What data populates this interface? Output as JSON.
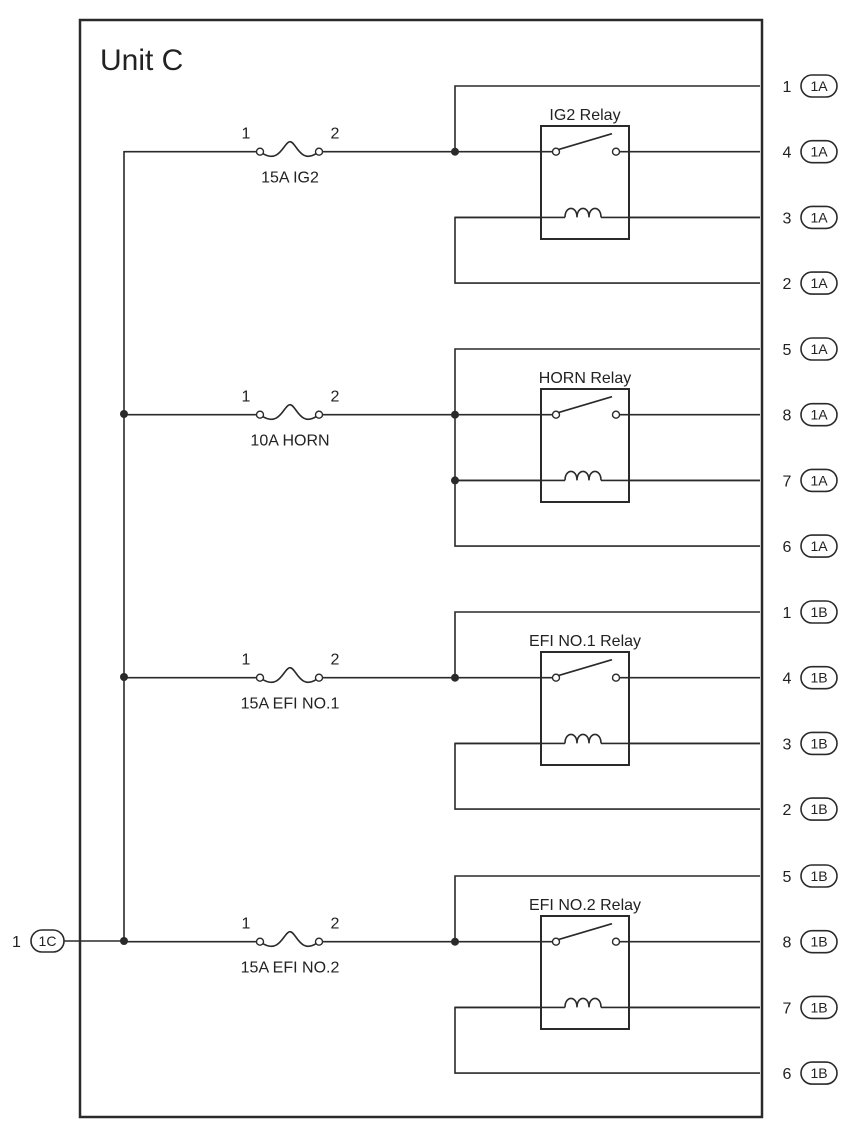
{
  "unit_title": "Unit C",
  "main_input": {
    "pin": "1",
    "connector": "1C"
  },
  "fuses": [
    {
      "label": "15A IG2",
      "pin_left": "1",
      "pin_right": "2"
    },
    {
      "label": "10A HORN",
      "pin_left": "1",
      "pin_right": "2"
    },
    {
      "label": "15A EFI NO.1",
      "pin_left": "1",
      "pin_right": "2"
    },
    {
      "label": "15A EFI NO.2",
      "pin_left": "1",
      "pin_right": "2"
    }
  ],
  "relays": [
    {
      "label": "IG2 Relay"
    },
    {
      "label": "HORN Relay"
    },
    {
      "label": "EFI NO.1 Relay"
    },
    {
      "label": "EFI NO.2 Relay"
    }
  ],
  "terminals": [
    {
      "pin": "1",
      "connector": "1A"
    },
    {
      "pin": "4",
      "connector": "1A"
    },
    {
      "pin": "3",
      "connector": "1A"
    },
    {
      "pin": "2",
      "connector": "1A"
    },
    {
      "pin": "5",
      "connector": "1A"
    },
    {
      "pin": "8",
      "connector": "1A"
    },
    {
      "pin": "7",
      "connector": "1A"
    },
    {
      "pin": "6",
      "connector": "1A"
    },
    {
      "pin": "1",
      "connector": "1B"
    },
    {
      "pin": "4",
      "connector": "1B"
    },
    {
      "pin": "3",
      "connector": "1B"
    },
    {
      "pin": "2",
      "connector": "1B"
    },
    {
      "pin": "5",
      "connector": "1B"
    },
    {
      "pin": "8",
      "connector": "1B"
    },
    {
      "pin": "7",
      "connector": "1B"
    },
    {
      "pin": "6",
      "connector": "1B"
    }
  ]
}
